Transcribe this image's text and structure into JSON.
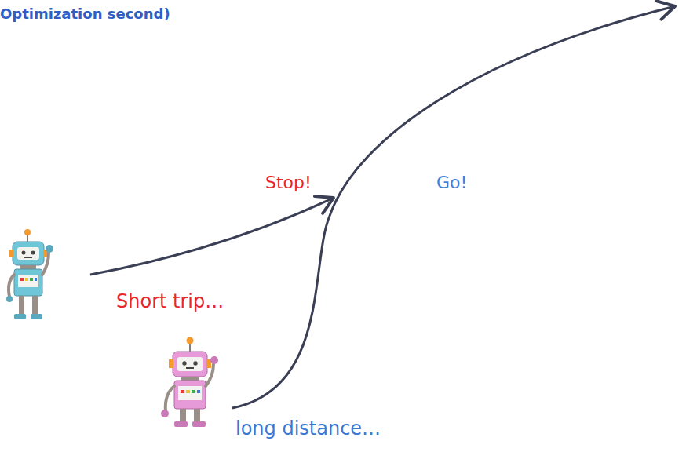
{
  "diagram": {
    "title": "Optimization second)",
    "labels": [
      "Stop!",
      "Go!",
      "Short trip…",
      "long distance…"
    ]
  }
}
